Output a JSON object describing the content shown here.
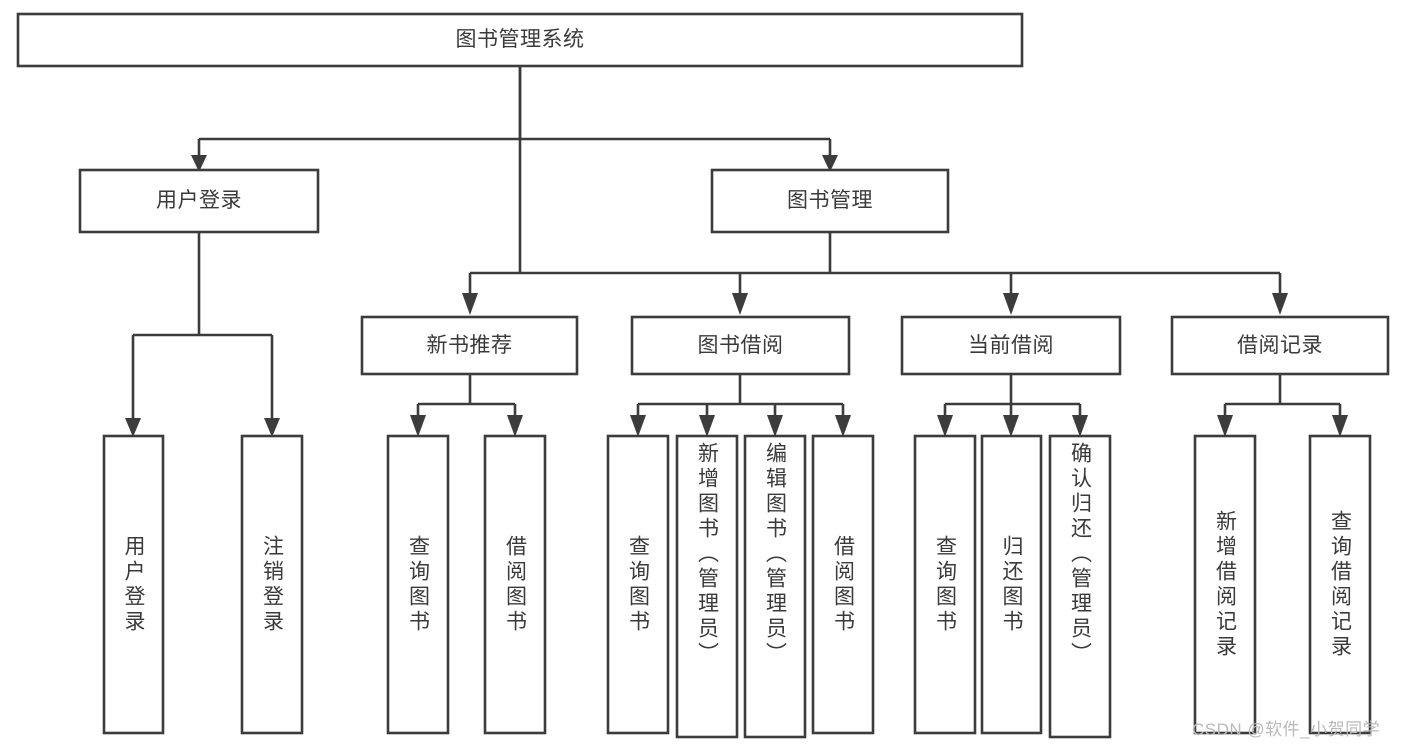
{
  "diagram": {
    "title": "图书管理系统",
    "watermark": "CSDN @软件_小贺同学",
    "line_color": "#3c3c3c",
    "box_fill": "#ffffff",
    "text_color": "#3a3a3a",
    "nodes": {
      "root": {
        "label": "图书管理系统",
        "orientation": "horizontal"
      },
      "l2": [
        {
          "id": "user-login",
          "label": "用户登录",
          "orientation": "horizontal"
        },
        {
          "id": "book-manage",
          "label": "图书管理",
          "orientation": "horizontal"
        }
      ],
      "l3": [
        {
          "id": "new-book-recommend",
          "label": "新书推荐",
          "orientation": "horizontal"
        },
        {
          "id": "book-borrow",
          "label": "图书借阅",
          "orientation": "horizontal"
        },
        {
          "id": "current-borrow",
          "label": "当前借阅",
          "orientation": "horizontal"
        },
        {
          "id": "borrow-record",
          "label": "借阅记录",
          "orientation": "horizontal"
        }
      ],
      "leaves": [
        {
          "id": "leaf-user-login",
          "label": "用户登录",
          "parent": "user-login",
          "orientation": "vertical"
        },
        {
          "id": "leaf-logout-login",
          "label": "注销登录",
          "parent": "user-login",
          "orientation": "vertical"
        },
        {
          "id": "leaf-query-book-1",
          "label": "查询图书",
          "parent": "new-book-recommend",
          "orientation": "vertical"
        },
        {
          "id": "leaf-borrow-book-1",
          "label": "借阅图书",
          "parent": "new-book-recommend",
          "orientation": "vertical"
        },
        {
          "id": "leaf-query-book-2",
          "label": "查询图书",
          "parent": "book-borrow",
          "orientation": "vertical"
        },
        {
          "id": "leaf-add-book",
          "label": "新增图书（管理员）",
          "parent": "book-borrow",
          "orientation": "vertical"
        },
        {
          "id": "leaf-edit-book",
          "label": "编辑图书（管理员）",
          "parent": "book-borrow",
          "orientation": "vertical"
        },
        {
          "id": "leaf-borrow-book-2",
          "label": "借阅图书",
          "parent": "book-borrow",
          "orientation": "vertical"
        },
        {
          "id": "leaf-query-book-3",
          "label": "查询图书",
          "parent": "current-borrow",
          "orientation": "vertical"
        },
        {
          "id": "leaf-return-book",
          "label": "归还图书",
          "parent": "current-borrow",
          "orientation": "vertical"
        },
        {
          "id": "leaf-confirm-return",
          "label": "确认归还（管理员）",
          "parent": "current-borrow",
          "orientation": "vertical"
        },
        {
          "id": "leaf-add-borrow-record",
          "label": "新增借阅记录",
          "parent": "borrow-record",
          "orientation": "vertical"
        },
        {
          "id": "leaf-query-borrow-record",
          "label": "查询借阅记录",
          "parent": "borrow-record",
          "orientation": "vertical"
        }
      ]
    }
  }
}
